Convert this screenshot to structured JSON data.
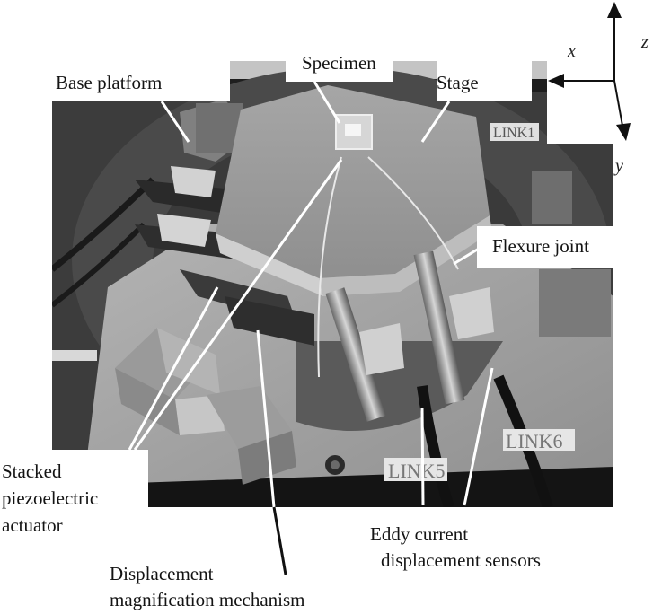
{
  "figure": {
    "labels": {
      "base_platform": "Base platform",
      "specimen": "Specimen",
      "stage": "Stage",
      "flexure_joint": "Flexure joint",
      "stacked_actuator_line1": "Stacked",
      "stacked_actuator_line2": "piezoelectric",
      "stacked_actuator_line3": "actuator",
      "displacement_mech_line1": "Displacement",
      "displacement_mech_line2": "magnification mechanism",
      "eddy_sensors_line1": "Eddy current",
      "eddy_sensors_line2": "displacement sensors"
    },
    "axes": {
      "x": "x",
      "y": "y",
      "z": "z"
    },
    "photo_text": {
      "link1": "LINK1",
      "link5": "LINK5",
      "link6": "LINK6"
    },
    "colors": {
      "background": "#ffffff",
      "photo_dark": "#3a3a3a",
      "base_plate": "#a8a8a8",
      "stage_top": "#9e9e9e",
      "leader_line_light": "#ffffff",
      "leader_line_dark": "#111111"
    }
  }
}
